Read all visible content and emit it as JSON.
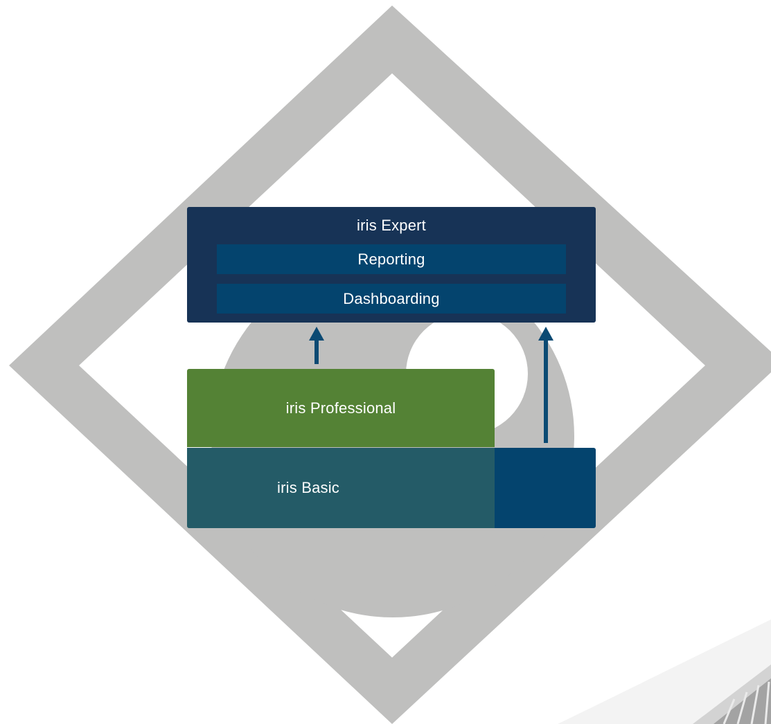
{
  "diagram": {
    "expert": {
      "title": "iris Expert",
      "modules": [
        "Reporting",
        "Dashboarding"
      ]
    },
    "professional": {
      "label": "iris Professional"
    },
    "basic": {
      "label": "iris Basic"
    }
  },
  "colors": {
    "diamond": "#bfc0bf",
    "expert": "#173356",
    "module": "#04446e",
    "professional": "#548235",
    "basic": "#245b67",
    "arrow": "#0b4a73"
  }
}
